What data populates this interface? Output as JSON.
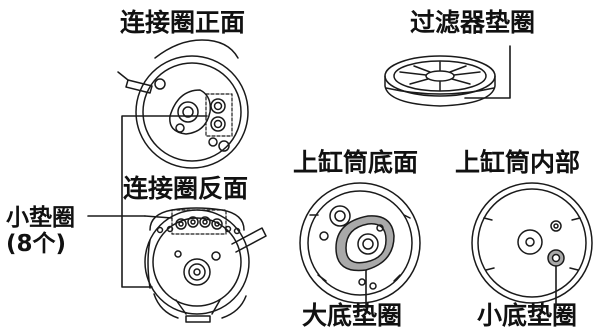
{
  "labels": {
    "ring_front": "连接圈正面",
    "ring_back": "连接圈反面",
    "filter_gasket": "过滤器垫圈",
    "small_gasket_line1": "小垫圈",
    "small_gasket_line2": "(8个)",
    "upper_cyl_bottom": "上缸筒底面",
    "upper_cyl_inner": "上缸筒内部",
    "big_bottom_gasket": "大底垫圈",
    "small_bottom_gasket": "小底垫圈"
  },
  "colors": {
    "stroke": "#1a1a1a",
    "text": "#111111",
    "gasket_gray": "#a9a9a9",
    "background": "#ffffff"
  }
}
